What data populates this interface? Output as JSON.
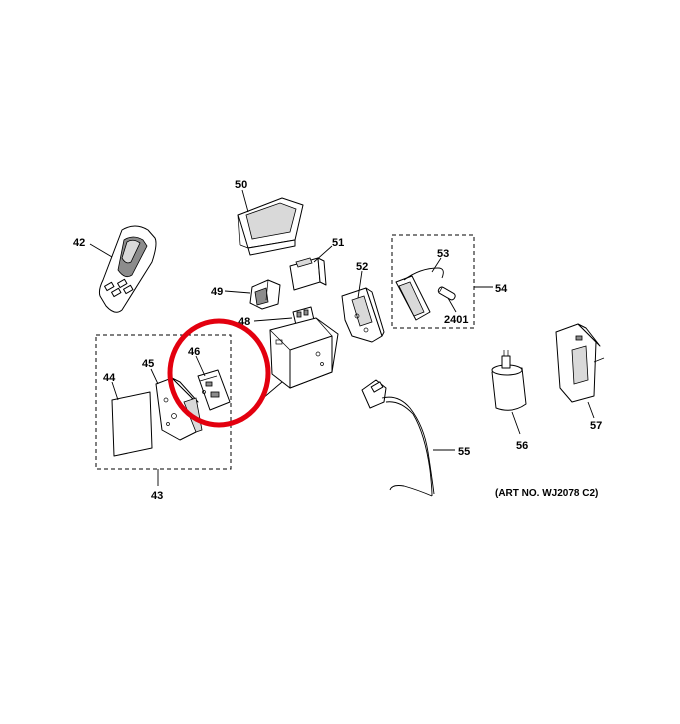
{
  "art_number": "(ART NO. WJ2078 C2)",
  "highlight_color": "#e3000f",
  "labels": {
    "p42": "42",
    "p43": "43",
    "p44": "44",
    "p45": "45",
    "p46": "46",
    "p48": "48",
    "p49": "49",
    "p50": "50",
    "p51": "51",
    "p52": "52",
    "p53": "53",
    "p54": "54",
    "p55": "55",
    "p56": "56",
    "p57": "57",
    "p2401": "2401"
  }
}
